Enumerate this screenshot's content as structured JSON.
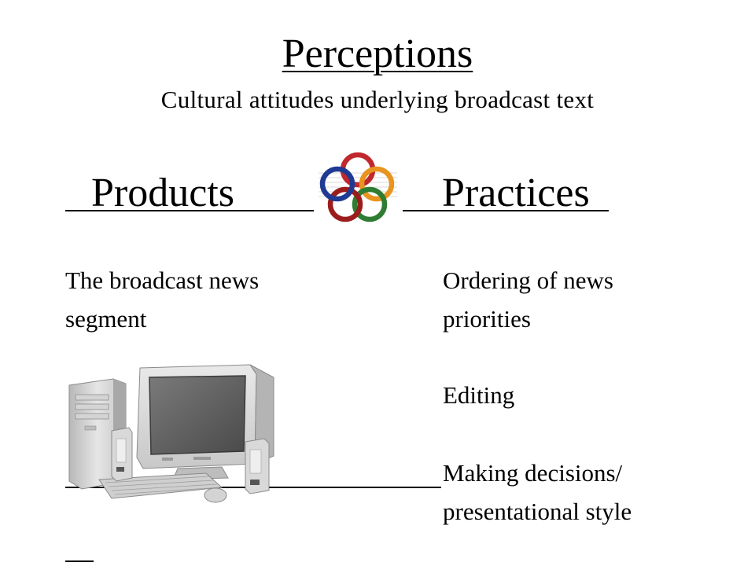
{
  "title": "Perceptions",
  "subtitle": "Cultural attitudes underlying broadcast text",
  "products": {
    "heading": "Products",
    "description": "The broadcast news segment"
  },
  "practices": {
    "heading": "Practices",
    "items": [
      "Ordering of news priorities",
      "Editing",
      "Making decisions/ presentational style"
    ]
  },
  "icons": {
    "center": "interlocking-rings-icon",
    "computer": "desktop-computer-icon"
  },
  "colors": {
    "ring_blue": "#1f3a93",
    "ring_red": "#c0282d",
    "ring_orange": "#e8941e",
    "ring_green": "#2e7d32",
    "ring_darkred": "#9c1c1c"
  }
}
